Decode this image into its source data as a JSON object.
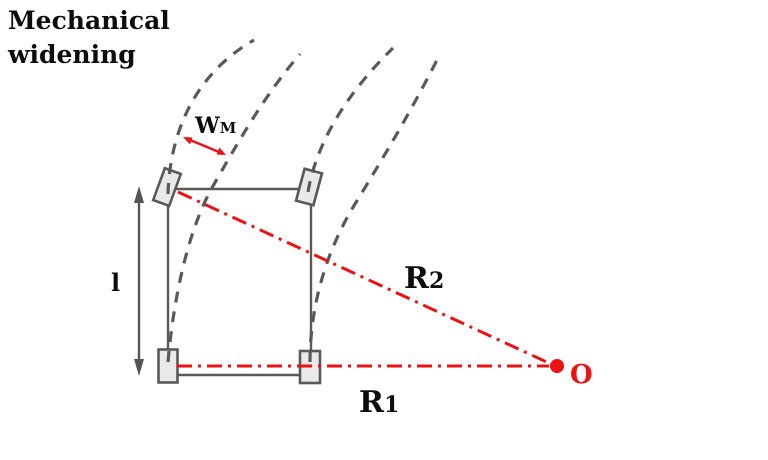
{
  "title": "Mechanical widening",
  "diagram": {
    "labels": {
      "widening": {
        "main": "W",
        "sub": "M"
      },
      "wheelbase": "l",
      "radius_front": {
        "main": "R",
        "sub": "2"
      },
      "radius_rear": {
        "main": "R",
        "sub": "1"
      },
      "center": "O"
    },
    "colors": {
      "accent_red": "#ee1111",
      "line_gray": "#595959",
      "arrow_gray": "#555555",
      "wheel_fill": "#e9e9e9",
      "text_black": "#0d0d0d"
    }
  }
}
